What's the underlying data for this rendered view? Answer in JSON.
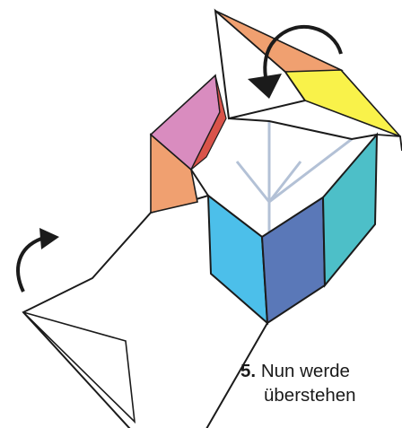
{
  "instruction": {
    "step_number": "5.",
    "line1": "Nun werde",
    "line2": "überstehen"
  },
  "colors": {
    "outline": "#1b1b1b",
    "orange": "#f0a070",
    "pink": "#d98cbf",
    "red": "#d9534a",
    "yellow": "#f9f24a",
    "sky_blue": "#4cbfea",
    "slate_blue": "#5a78b8",
    "teal": "#4dbfc8",
    "inner_gray": "#b3c1d6"
  },
  "icons": {
    "arrow_top": "curved-arrow-icon",
    "arrow_left": "curved-arrow-icon"
  }
}
